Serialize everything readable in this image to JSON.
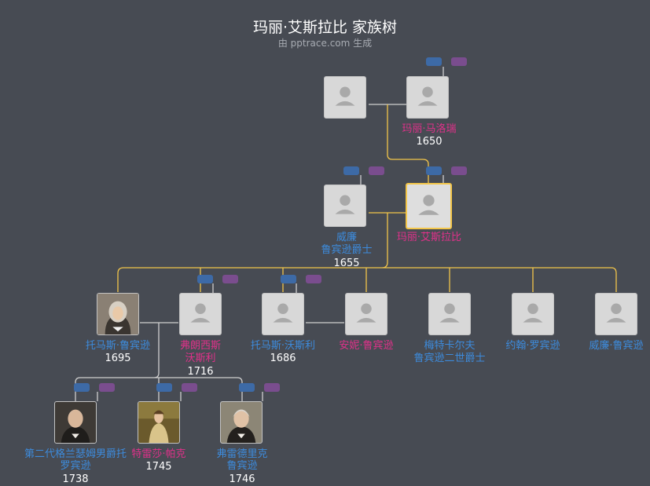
{
  "header": {
    "title": "玛丽·艾斯拉比 家族树",
    "subtitle": "由 pptrace.com 生成"
  },
  "colors": {
    "background": "#474b53",
    "male": "#3d8bdc",
    "female": "#e0318a",
    "line_main": "#f3c64a",
    "line_other": "#cfcfcf"
  },
  "people": {
    "grandfather": {
      "name": ""
    },
    "mary_mallory": {
      "name": "玛丽·马洛瑞",
      "year": "1650"
    },
    "william_robinson": {
      "name1": "威廉",
      "name2": "鲁宾逊爵士",
      "year": "1655"
    },
    "mary_aislabie": {
      "name": "玛丽·艾斯拉比"
    },
    "thomas_robinson": {
      "name": "托马斯·鲁宾逊",
      "year": "1695"
    },
    "frances_worsley": {
      "name1": "弗朗西斯",
      "name2": "沃斯利",
      "year": "1716"
    },
    "thomas_worsley": {
      "name": "托马斯·沃斯利",
      "year": "1686"
    },
    "anne_robinson": {
      "name": "安妮·鲁宾逊"
    },
    "metcalfe_robinson": {
      "name1": "梅特卡尔夫",
      "name2": "鲁宾逊二世爵士"
    },
    "john_robinson": {
      "name": "约翰·罗宾逊"
    },
    "william_robinson_jr": {
      "name": "威廉·鲁宾逊"
    },
    "baron_grantham": {
      "name1": "第二代格兰瑟姆男爵托",
      "name2": "罗宾逊",
      "year": "1738"
    },
    "theresa_parker": {
      "name": "特雷莎·帕克",
      "year": "1745"
    },
    "frederick_robinson": {
      "name1": "弗雷德里克",
      "name2": "鲁宾逊",
      "year": "1746"
    }
  }
}
